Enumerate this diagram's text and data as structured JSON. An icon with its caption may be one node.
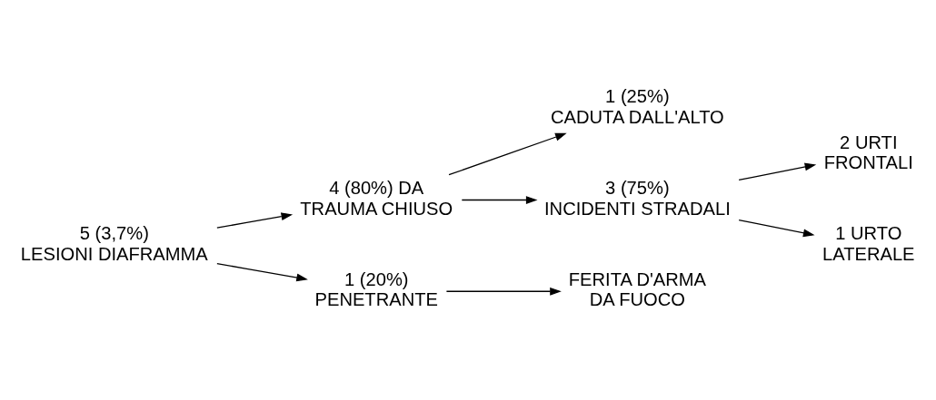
{
  "diagram": {
    "nodes": [
      {
        "text": [
          "5 (3,7%) LESIONI DIAFRAMMA"
        ]
      },
      {
        "text": [
          "4 (80%) DA TRAUMA CHIUSO"
        ]
      },
      {
        "text": [
          "1 (20%) PENETRANTE"
        ]
      },
      {
        "text": [
          "1 (25%) CADUTA DALL'ALTO"
        ]
      },
      {
        "text": [
          "3 (75%) INCIDENTI STRADALI"
        ]
      },
      {
        "text": [
          "FERITA D'ARMA DA FUOCO"
        ]
      },
      {
        "text": [
          "2 URTI FRONTALI"
        ]
      },
      {
        "text": [
          "1 URTO LATERALE"
        ]
      }
    ],
    "edges": [
      {
        "from": 0,
        "to": 1,
        "arrow": "to"
      },
      {
        "from": 0,
        "to": 2,
        "arrow": "to"
      },
      {
        "from": 1,
        "to": 3,
        "arrow": "to"
      },
      {
        "from": 1,
        "to": 4,
        "arrow": "to"
      },
      {
        "from": 2,
        "to": 5,
        "arrow": "to"
      },
      {
        "from": 4,
        "to": 6,
        "arrow": "to"
      },
      {
        "from": 4,
        "to": 7,
        "arrow": "to"
      }
    ]
  }
}
